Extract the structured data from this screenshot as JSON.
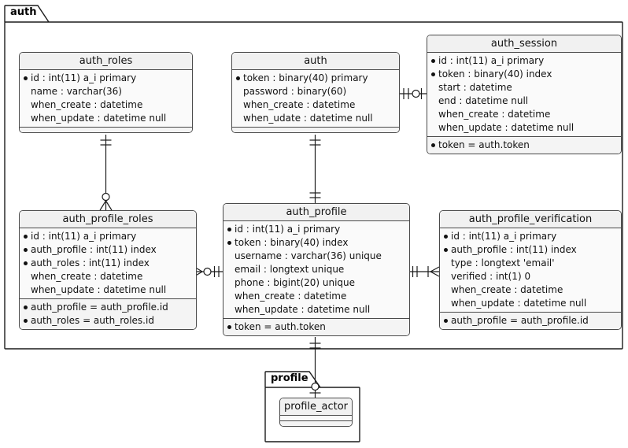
{
  "diagram": {
    "type": "er-diagram",
    "packages": [
      {
        "id": "auth",
        "label": "auth"
      },
      {
        "id": "profile",
        "label": "profile"
      }
    ],
    "entities": [
      {
        "id": "auth_roles",
        "title": "auth_roles",
        "package": "auth",
        "attributes": [
          {
            "key": true,
            "text": "id : int(11) a_i primary"
          },
          {
            "key": false,
            "text": "name : varchar(36)"
          },
          {
            "key": false,
            "text": "when_create : datetime"
          },
          {
            "key": false,
            "text": "when_update : datetime null"
          }
        ],
        "constraints": []
      },
      {
        "id": "auth",
        "title": "auth",
        "package": "auth",
        "attributes": [
          {
            "key": true,
            "text": "token : binary(40) primary"
          },
          {
            "key": false,
            "text": "password : binary(60)"
          },
          {
            "key": false,
            "text": "when_create : datetime"
          },
          {
            "key": false,
            "text": "when_udate : datetime null"
          }
        ],
        "constraints": []
      },
      {
        "id": "auth_session",
        "title": "auth_session",
        "package": "auth",
        "attributes": [
          {
            "key": true,
            "text": "id : int(11) a_i primary"
          },
          {
            "key": true,
            "text": "token : binary(40) index"
          },
          {
            "key": false,
            "text": "start : datetime"
          },
          {
            "key": false,
            "text": "end : datetime null"
          },
          {
            "key": false,
            "text": "when_create : datetime"
          },
          {
            "key": false,
            "text": "when_update : datetime null"
          }
        ],
        "constraints": [
          {
            "key": true,
            "text": "token = auth.token"
          }
        ]
      },
      {
        "id": "auth_profile_roles",
        "title": "auth_profile_roles",
        "package": "auth",
        "attributes": [
          {
            "key": true,
            "text": "id : int(11) a_i primary"
          },
          {
            "key": true,
            "text": "auth_profile : int(11) index"
          },
          {
            "key": true,
            "text": "auth_roles : int(11) index"
          },
          {
            "key": false,
            "text": "when_create : datetime"
          },
          {
            "key": false,
            "text": "when_update : datetime null"
          }
        ],
        "constraints": [
          {
            "key": true,
            "text": "auth_profile = auth_profile.id"
          },
          {
            "key": true,
            "text": "auth_roles = auth_roles.id"
          }
        ]
      },
      {
        "id": "auth_profile",
        "title": "auth_profile",
        "package": "auth",
        "attributes": [
          {
            "key": true,
            "text": "id : int(11) a_i primary"
          },
          {
            "key": true,
            "text": "token : binary(40) index"
          },
          {
            "key": false,
            "text": "username : varchar(36) unique"
          },
          {
            "key": false,
            "text": "email : longtext unique"
          },
          {
            "key": false,
            "text": "phone : bigint(20) unique"
          },
          {
            "key": false,
            "text": "when_create : datetime"
          },
          {
            "key": false,
            "text": "when_update : datetime null"
          }
        ],
        "constraints": [
          {
            "key": true,
            "text": "token = auth.token"
          }
        ]
      },
      {
        "id": "auth_profile_verification",
        "title": "auth_profile_verification",
        "package": "auth",
        "attributes": [
          {
            "key": true,
            "text": "id : int(11) a_i primary"
          },
          {
            "key": true,
            "text": "auth_profile : int(11) index"
          },
          {
            "key": false,
            "text": "type : longtext 'email'"
          },
          {
            "key": false,
            "text": "verified : int(1) 0"
          },
          {
            "key": false,
            "text": "when_create : datetime"
          },
          {
            "key": false,
            "text": "when_update : datetime null"
          }
        ],
        "constraints": [
          {
            "key": true,
            "text": "auth_profile = auth_profile.id"
          }
        ]
      },
      {
        "id": "profile_actor",
        "title": "profile_actor",
        "package": "profile",
        "attributes": [],
        "constraints": []
      }
    ],
    "relationships": [
      {
        "from": "auth_roles",
        "to": "auth_profile_roles",
        "from_cardinality": "exactly-one",
        "to_cardinality": "zero-or-many"
      },
      {
        "from": "auth",
        "to": "auth_profile",
        "from_cardinality": "exactly-one",
        "to_cardinality": "exactly-one"
      },
      {
        "from": "auth",
        "to": "auth_session",
        "from_cardinality": "exactly-one",
        "to_cardinality": "zero-or-one"
      },
      {
        "from": "auth_profile",
        "to": "auth_profile_roles",
        "from_cardinality": "exactly-one",
        "to_cardinality": "zero-or-many"
      },
      {
        "from": "auth_profile",
        "to": "auth_profile_verification",
        "from_cardinality": "exactly-one",
        "to_cardinality": "one-or-many"
      },
      {
        "from": "auth_profile",
        "to": "profile_actor",
        "from_cardinality": "exactly-one",
        "to_cardinality": "zero-or-one"
      }
    ],
    "colors": {
      "background": "#ffffff",
      "entity_header": "#f1f1f1",
      "entity_body": "#fafafa",
      "entity_border": "#4a4a4a",
      "line": "#1c1c1c"
    }
  }
}
